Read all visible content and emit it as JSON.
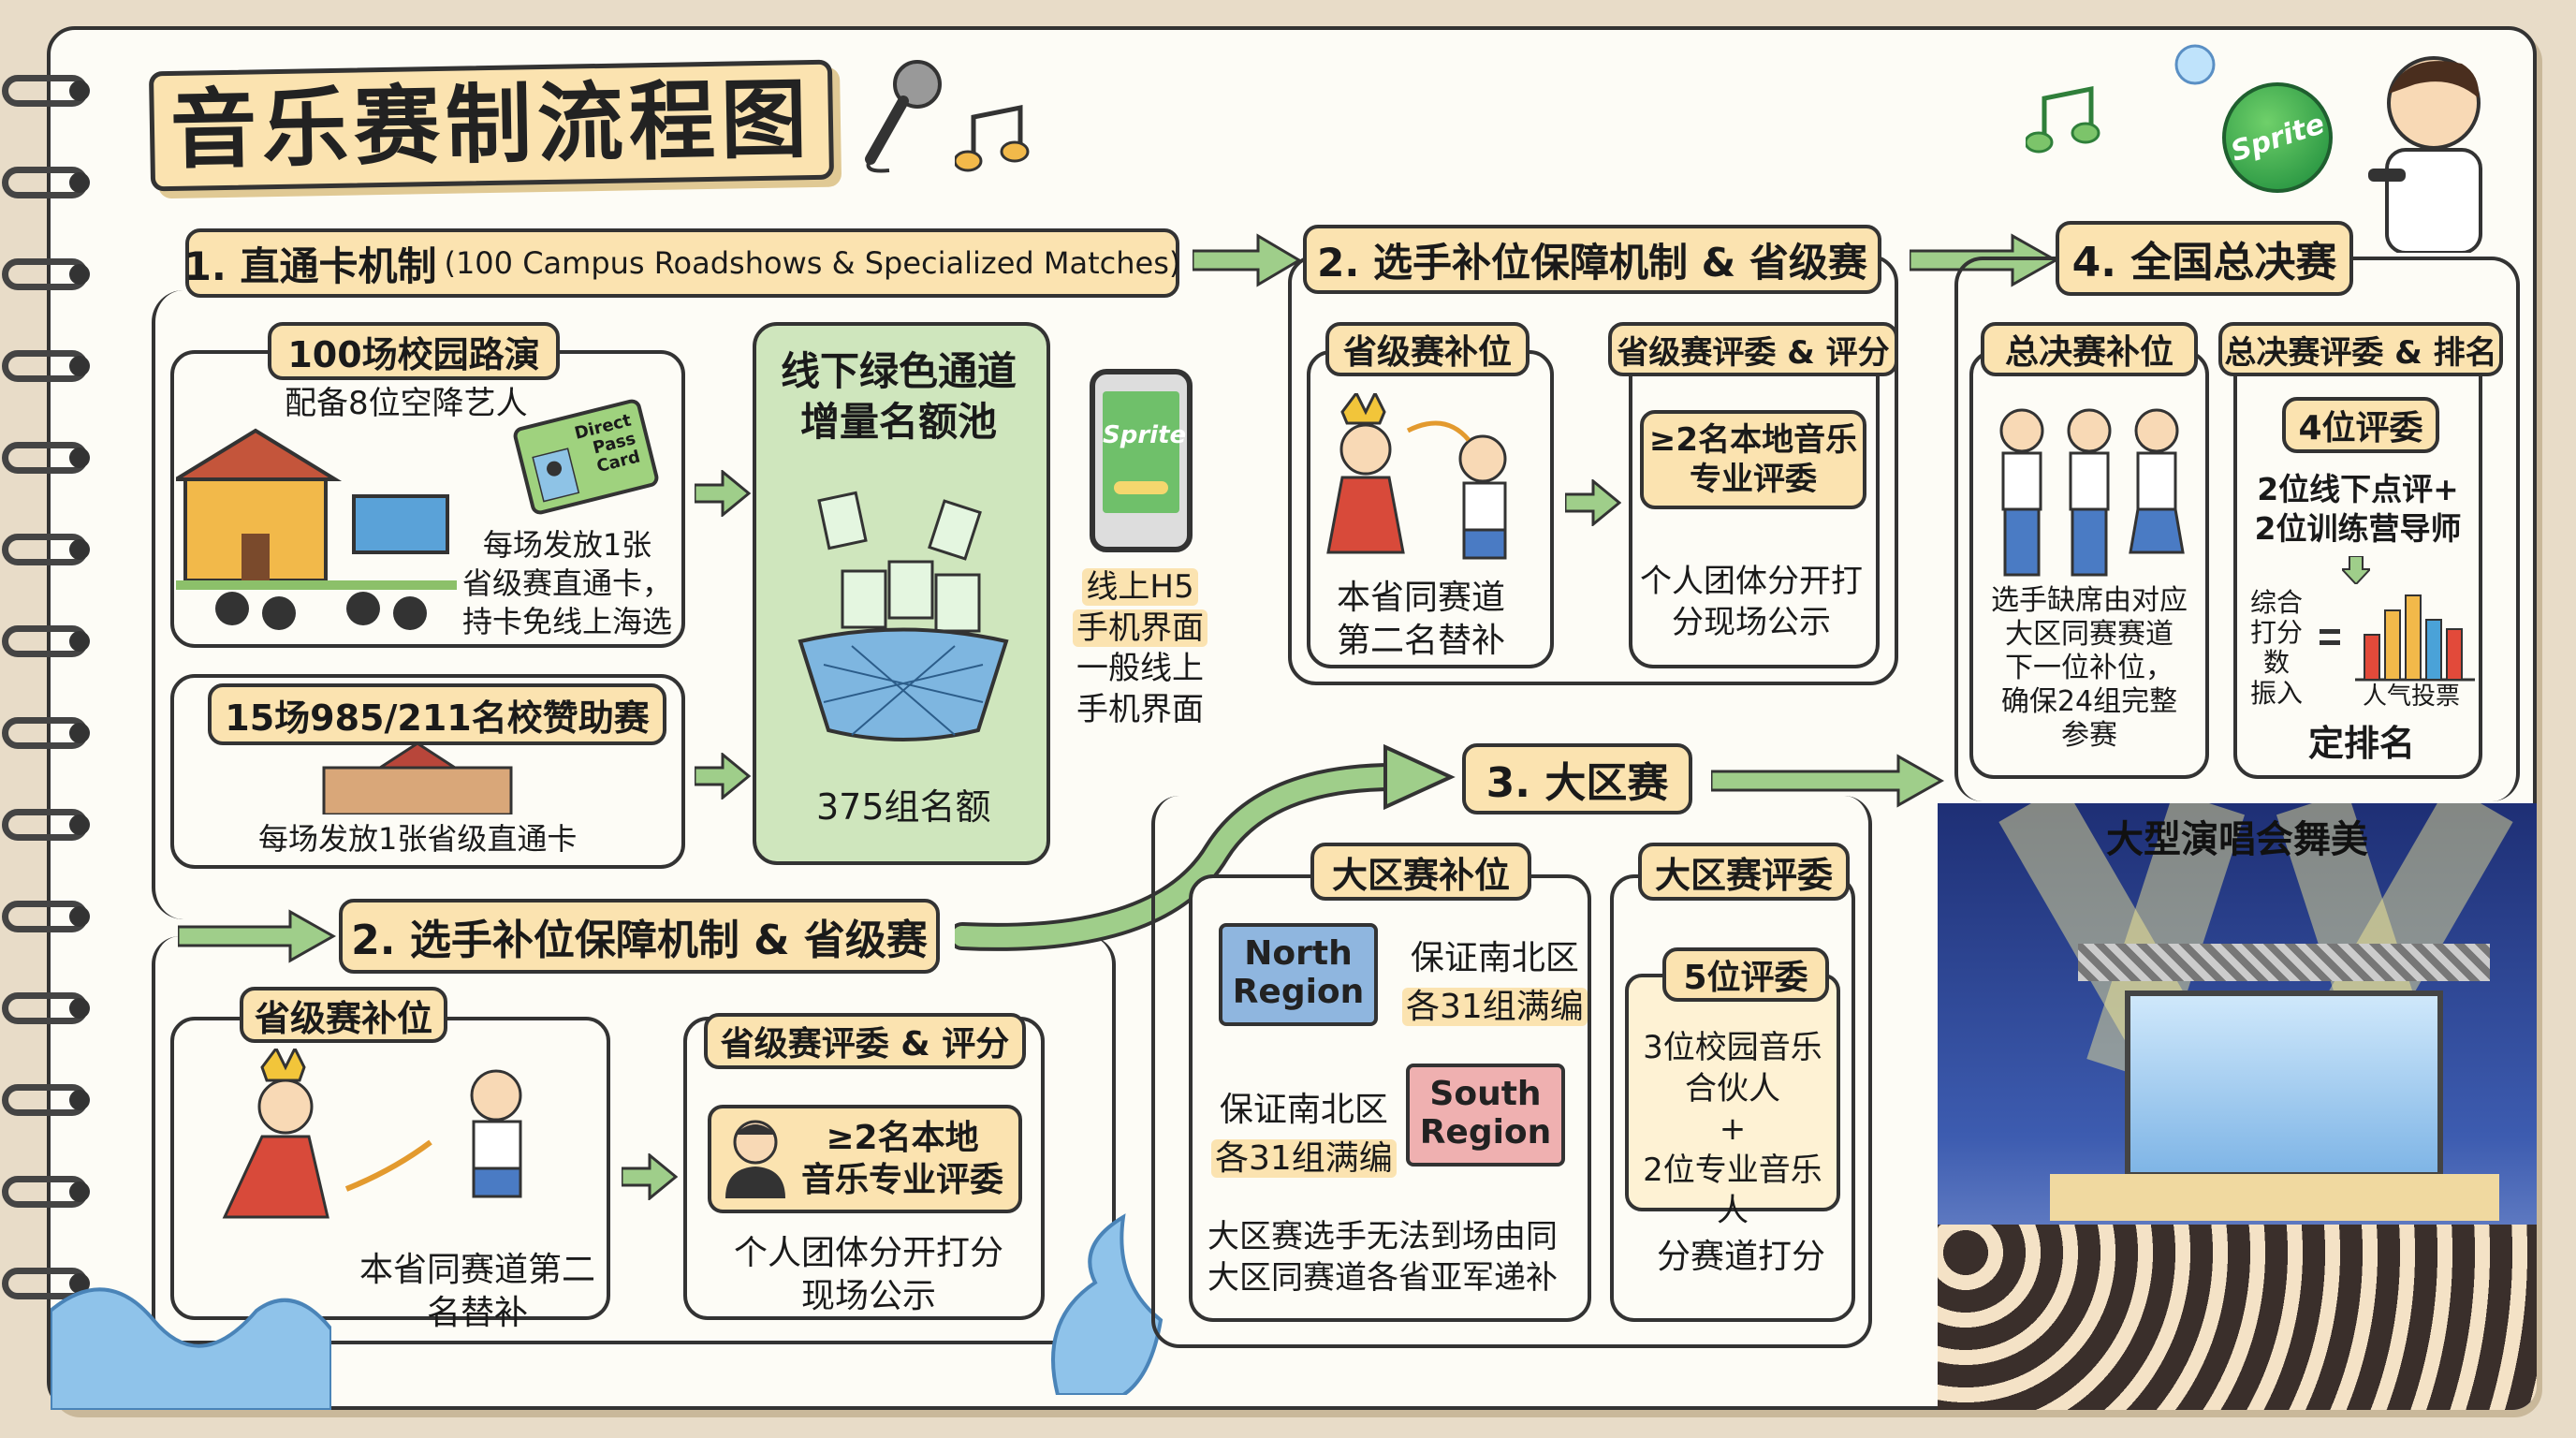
{
  "title": "音乐赛制流程图",
  "brand": "Sprite",
  "section1": {
    "title": "1. 直通卡机制",
    "subtitle": "(100 Campus Roadshows & Specialized Matches)",
    "roadshow": {
      "title": "100场校园路演",
      "artists": "配备8位空降艺人",
      "card_lines": [
        "Direct",
        "Pass",
        "Card"
      ],
      "desc_lines": [
        "每场发放1张",
        "省级赛直通卡，",
        "持卡免线上海选"
      ]
    },
    "sponsor": {
      "title": "15场985/211名校赞助赛",
      "desc": "每场发放1张省级直通卡"
    },
    "green_channel": {
      "title_lines": [
        "线下绿色通道",
        "增量名额池"
      ],
      "quota": "375组名额"
    },
    "online": {
      "phone_label": "Sprite",
      "lines": [
        "线上H5",
        "手机界面",
        "一般线上",
        "手机界面"
      ]
    }
  },
  "section2_top": {
    "title": "2. 选手补位保障机制 & 省级赛",
    "sub_left": {
      "title": "省级赛补位",
      "desc_lines": [
        "本省同赛道",
        "第二名替补"
      ]
    },
    "sub_right": {
      "title": "省级赛评委 & 评分",
      "judges_lines": [
        "≥2名本地音乐",
        "专业评委"
      ],
      "desc_lines": [
        "个人团体分开打",
        "分现场公示"
      ]
    }
  },
  "section2_bottom": {
    "title": "2. 选手补位保障机制 & 省级赛",
    "sub_left": {
      "title": "省级赛补位",
      "desc_lines": [
        "本省同赛道第二",
        "名替补"
      ]
    },
    "sub_right": {
      "title": "省级赛评委 & 评分",
      "judges_lines": [
        "≥2名本地",
        "音乐专业评委"
      ],
      "desc_lines": [
        "个人团体分开打分",
        "现场公示"
      ]
    }
  },
  "section3": {
    "title": "3. 大区赛",
    "sub_left": {
      "title": "大区赛补位",
      "north_lines": [
        "North",
        "Region"
      ],
      "south_lines": [
        "South",
        "Region"
      ],
      "north_guarantee_lines": [
        "保证南北区",
        "各31组满编"
      ],
      "south_guarantee_lines": [
        "保证南北区",
        "各31组满编"
      ],
      "desc_lines": [
        "大区赛选手无法到场由同",
        "大区同赛道各省亚军递补"
      ]
    },
    "sub_right": {
      "title": "大区赛评委",
      "count": "5位评委",
      "lines": [
        "3位校园音乐",
        "合伙人",
        "+",
        "2位专业音乐人"
      ],
      "desc": "分赛道打分"
    }
  },
  "section4": {
    "title": "4. 全国总决赛",
    "sub_left": {
      "title": "总决赛补位",
      "desc_lines": [
        "选手缺席由对应",
        "大区同赛赛道",
        "下一位补位，",
        "确保24组完整",
        "参赛"
      ]
    },
    "sub_right": {
      "title": "总决赛评委 & 排名",
      "count": "4位评委",
      "lines": [
        "2位线下点评+",
        "2位训练营导师"
      ],
      "formula_left_lines": [
        "综合",
        "打分",
        "数",
        "振入"
      ],
      "formula_right": "人气投票",
      "result": "定排名"
    },
    "stage_title": "大型演唱会舞美"
  },
  "colors": {
    "accent": "#fbe3b0",
    "green": "#cfe6bd",
    "line": "#333333",
    "arrow": "#9fce8a"
  }
}
